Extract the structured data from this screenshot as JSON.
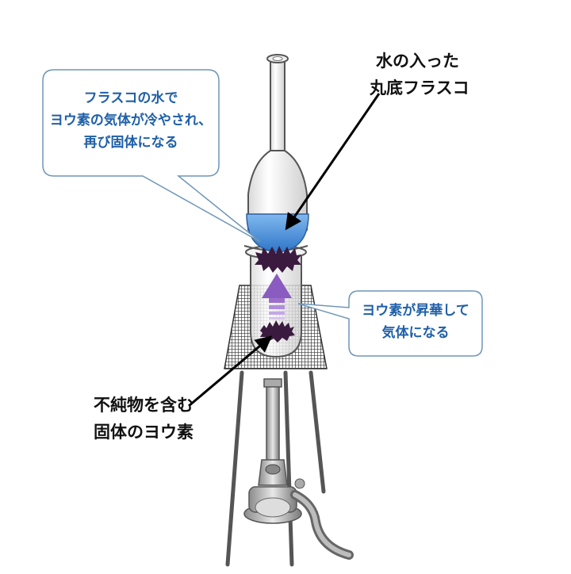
{
  "labels": {
    "flask": [
      "水の入った",
      "丸底フラスコ"
    ],
    "cooling": [
      "フラスコの水で",
      "ヨウ素の気体が冷やされ、",
      "再び固体になる"
    ],
    "sublime": [
      "ヨウ素が昇華して",
      "気体になる"
    ],
    "impure": [
      "不純物を含む",
      "固体のヨウ素"
    ]
  },
  "colors": {
    "callout_text": "#1f5fa8",
    "callout_border": "#6f95b8",
    "water": "#4a90d9",
    "iodine": "#3a1a3e",
    "arrow_purple": "#9b6fc9",
    "wire_gauze": "#333333"
  }
}
